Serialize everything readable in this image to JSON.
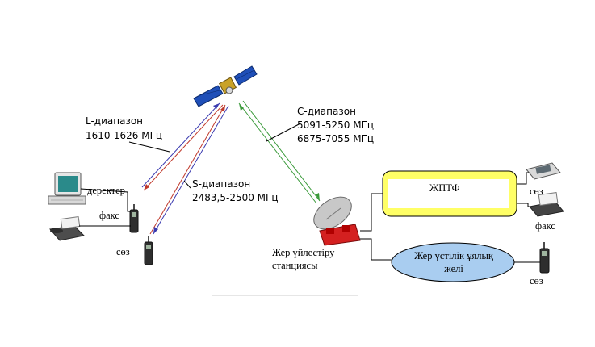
{
  "bands": {
    "l": {
      "name": "L-диапазон",
      "range": "1610-1626 МГц"
    },
    "s": {
      "name": "S-диапазон",
      "range": "2483,5-2500 МГц"
    },
    "c": {
      "name": "C-диапазон",
      "range1": "5091-5250 МГц",
      "range2": "6875-7055 МГц"
    }
  },
  "devices": {
    "left_data": "деректер",
    "left_fax": "факс",
    "left_voice": "сөз",
    "right_voice_top": "сөз",
    "right_fax": "факс",
    "right_voice_bottom": "сөз"
  },
  "nodes": {
    "pstn": "ЖПТФ",
    "cellular_line1": "Жер үстілік ұялық",
    "cellular_line2": "желі",
    "station_line1": "Жер үйлестіру",
    "station_line2": "станциясы"
  },
  "colors": {
    "uplink_red": "#c0392b",
    "downlink_blue": "#3b3bb0",
    "link_green": "#3a9a3a",
    "pstn_fill": "#ffff66",
    "cellular_fill": "#a9cdf0"
  }
}
